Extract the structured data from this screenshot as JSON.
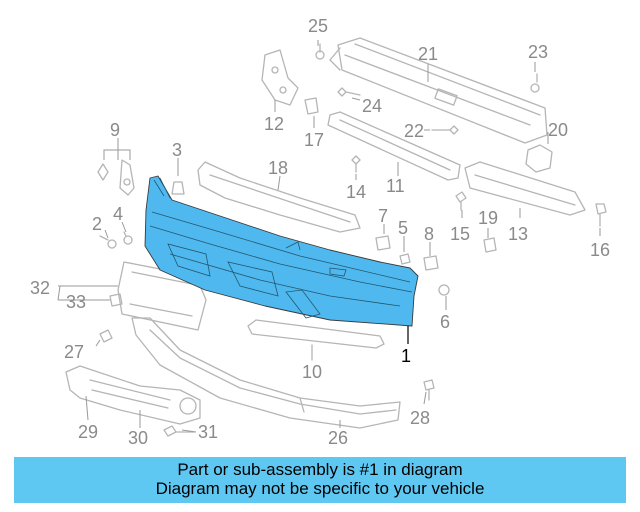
{
  "colors": {
    "highlight_fill": "#4fb8ef",
    "part_line": "#b5b5b5",
    "label_gray": "#8a8a8a",
    "caption_bg": "#5fc8f2"
  },
  "diagram": {
    "highlighted_part": "1",
    "labels": {
      "n1": "1",
      "n2": "2",
      "n3": "3",
      "n4": "4",
      "n5": "5",
      "n6": "6",
      "n7": "7",
      "n8": "8",
      "n9": "9",
      "n10": "10",
      "n11": "11",
      "n12": "12",
      "n13": "13",
      "n14": "14",
      "n15": "15",
      "n16": "16",
      "n17": "17",
      "n18": "18",
      "n19": "19",
      "n20": "20",
      "n21": "21",
      "n22": "22",
      "n23": "23",
      "n24": "24",
      "n25": "25",
      "n26": "26",
      "n27": "27",
      "n28": "28",
      "n29": "29",
      "n30": "30",
      "n31": "31",
      "n32": "32",
      "n33": "33"
    }
  },
  "caption": {
    "line1": "Part or sub-assembly is #1 in diagram",
    "line2": "Diagram may not be specific to your vehicle"
  }
}
